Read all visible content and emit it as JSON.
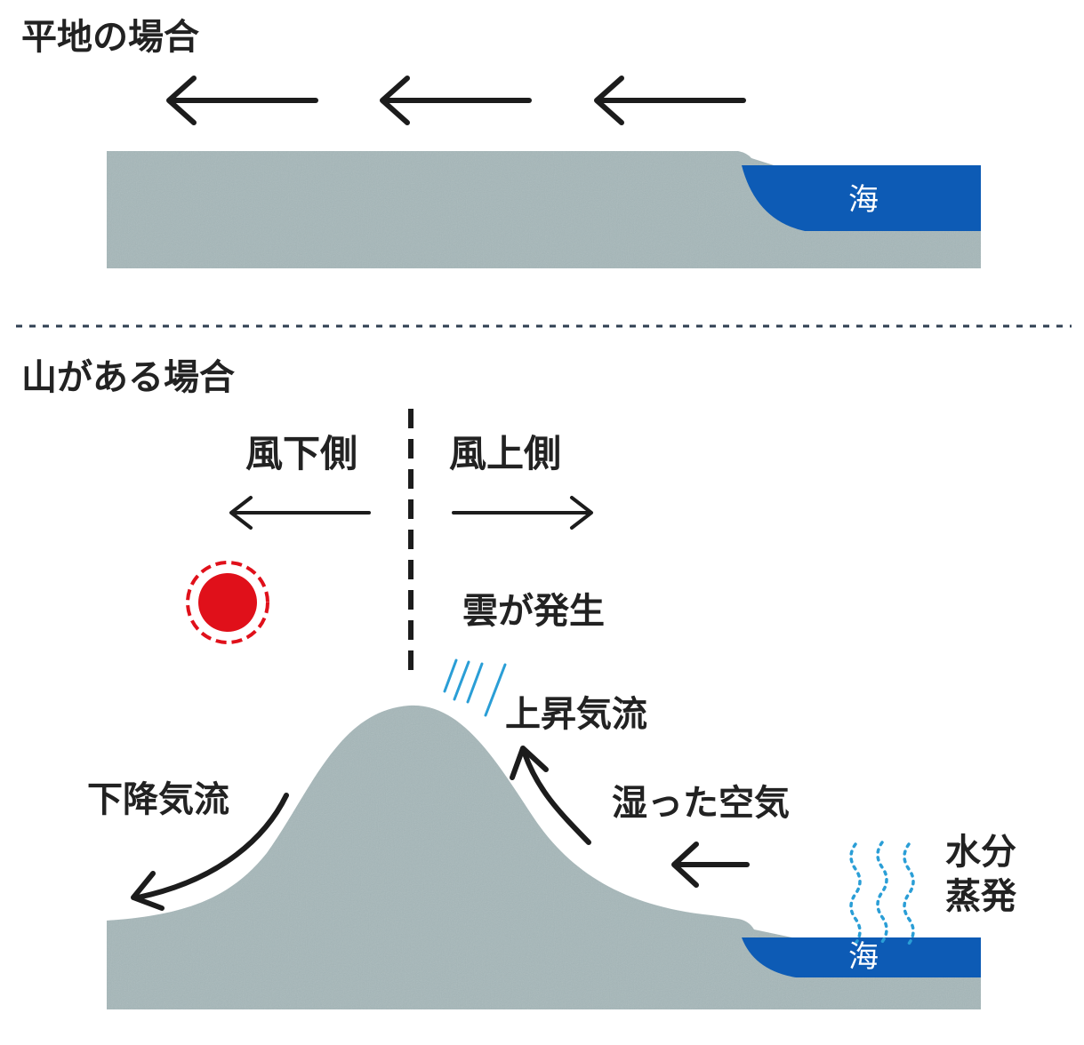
{
  "sections": {
    "flat": {
      "title": "平地の場合",
      "sea_label": "海"
    },
    "mountain": {
      "title": "山がある場合",
      "leeward_label": "風下側",
      "windward_label": "風上側",
      "cloud_label": "雲が発生",
      "updraft_label": "上昇気流",
      "downdraft_label": "下降気流",
      "humid_air_label": "湿った空気",
      "evaporation_label_line1": "水分",
      "evaporation_label_line2": "蒸発",
      "sea_label": "海"
    }
  },
  "colors": {
    "land": "#a6b7b9",
    "sea": "#0d5bb5",
    "arrow": "#1c1c1c",
    "sun_fill": "#e0101a",
    "sun_ring": "#e0101a",
    "rain": "#2a9ed6",
    "vapor": "#2a9ed6",
    "divider": "#2f3f52"
  },
  "icons": {
    "sun": "sun-icon",
    "rain": "rain-streaks-icon",
    "vapor": "vapor-waves-icon",
    "wind": "arrow-left-icon"
  }
}
